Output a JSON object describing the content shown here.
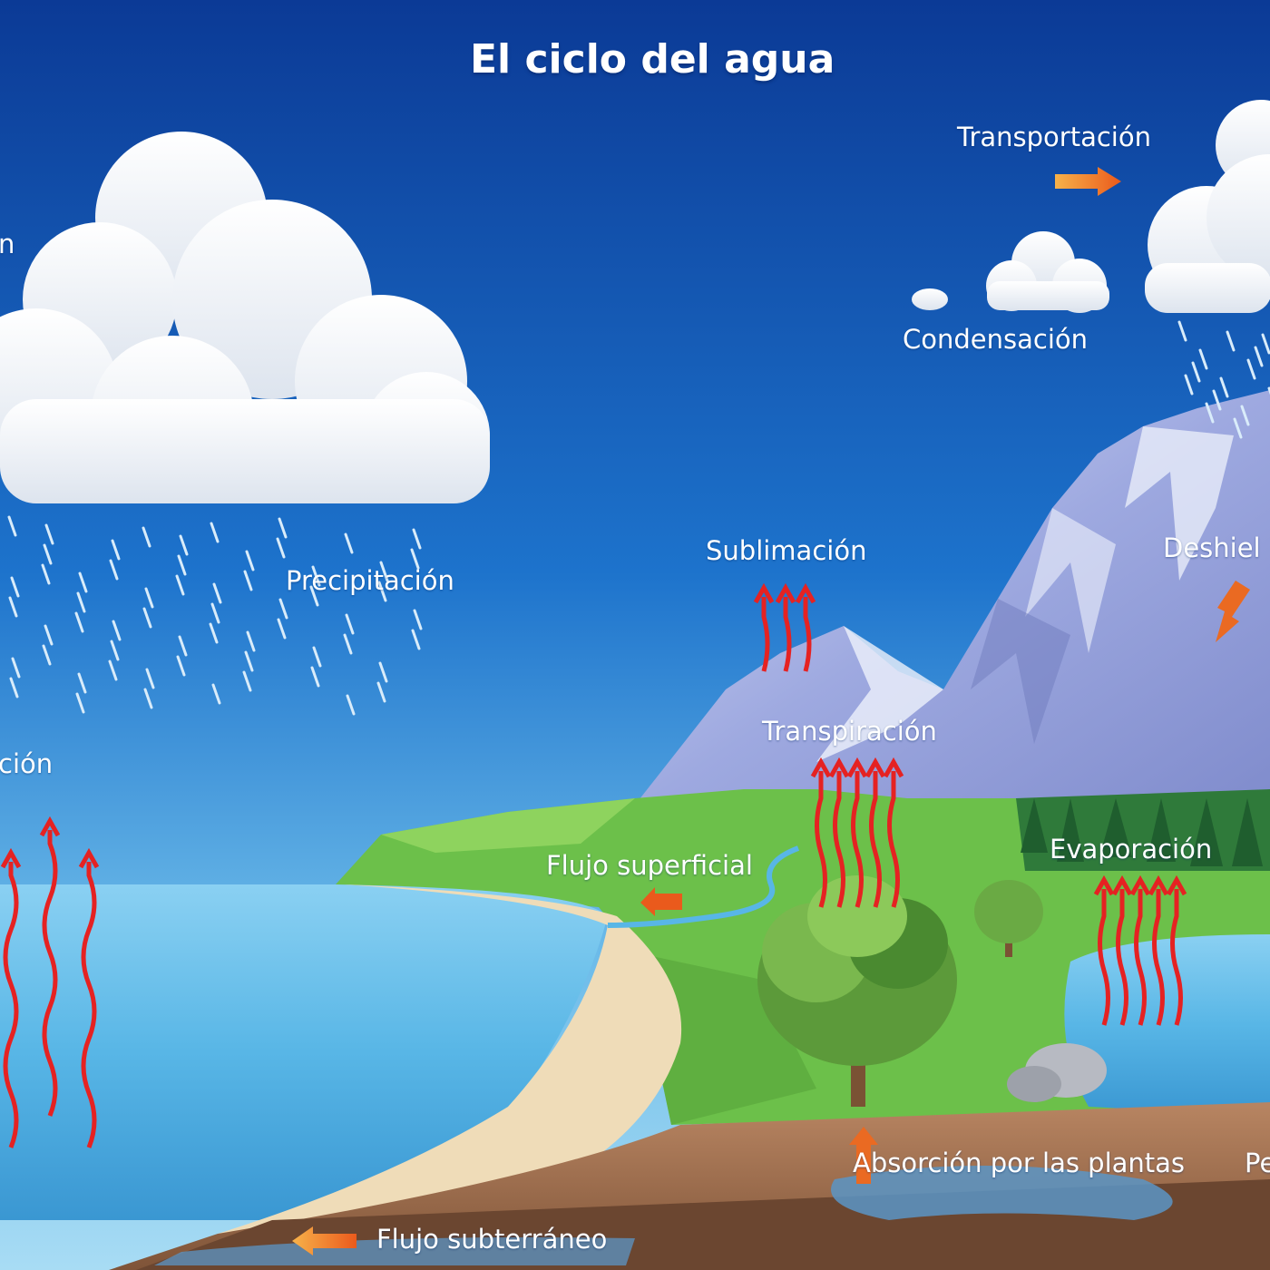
{
  "title": "El ciclo del agua",
  "labels": {
    "transportacion": "Transportación",
    "condensacion": "Condensación",
    "precipitacion": "Precipitación",
    "sublimacion": "Sublimación",
    "deshielo": "Deshielo",
    "transpiracion": "Transpiración",
    "evaporacion_left": "Evaporación",
    "evaporacion": "Evaporación",
    "flujo_superficial": "Flujo superficial",
    "absorcion": "Absorción por las plantas",
    "filtracion": "Percolación",
    "flujo_subterraneo": "Flujo subterráneo",
    "condensacion_left": "Condensación"
  },
  "colors": {
    "sky_top": "#0b3a96",
    "sky_bottom": "#8fd0f0",
    "water": "#5ab8e6",
    "arrow_red": "#e52222",
    "arrow_orange": "#f07a20",
    "grass": "#6cc04a",
    "sand": "#efdcb8",
    "soil": "#9a6a48",
    "mountain": "#9aa6de"
  }
}
